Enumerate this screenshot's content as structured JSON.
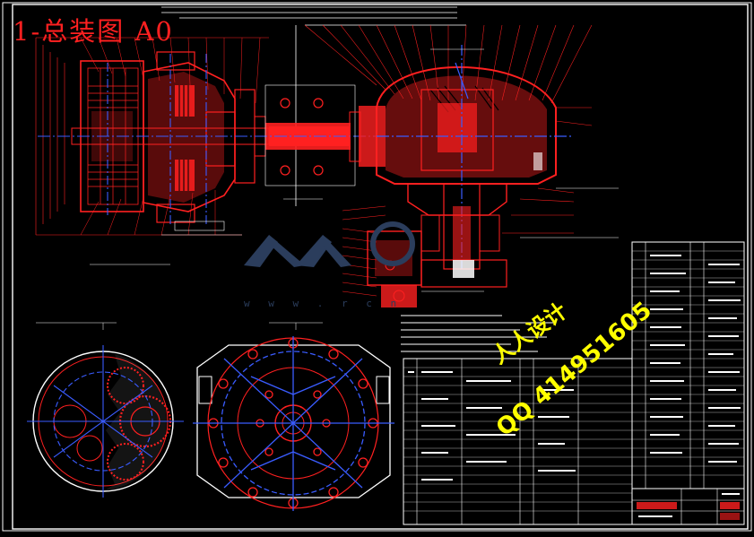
{
  "drawing": {
    "title": "1-总装图 A0",
    "watermark_url": "w w w . r c n",
    "watermark_designer": "人人设计",
    "watermark_qq": "QQ 414951605"
  },
  "colors": {
    "background": "#000000",
    "frame": "#ffffff",
    "parts": "#ff2020",
    "centerlines": "#3a5cff",
    "annotation": "#ffff00",
    "watermark": "#2b3d5c"
  },
  "icons": {
    "logo": "renren-logo-icon"
  }
}
